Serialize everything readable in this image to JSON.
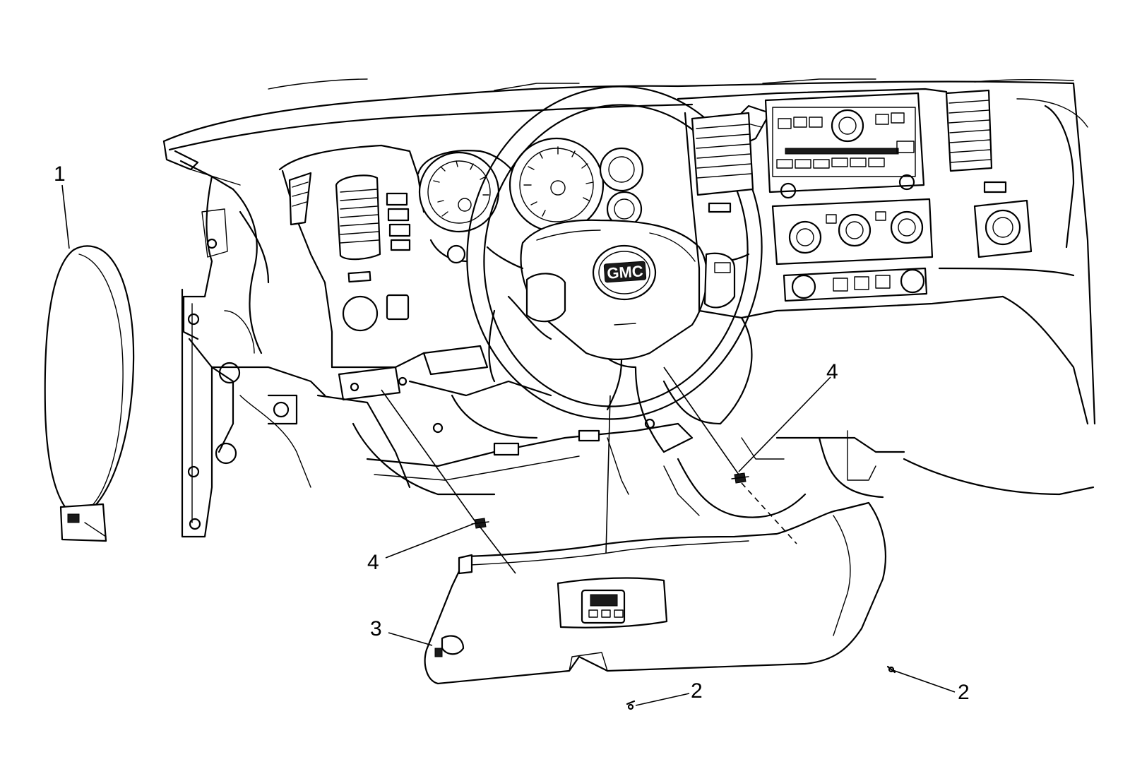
{
  "figure": {
    "emblem_text": "GMC"
  },
  "callouts": [
    {
      "id": "1",
      "label": "1"
    },
    {
      "id": "2a",
      "label": "2"
    },
    {
      "id": "2b",
      "label": "2"
    },
    {
      "id": "3",
      "label": "3"
    },
    {
      "id": "4a",
      "label": "4"
    },
    {
      "id": "4b",
      "label": "4"
    }
  ]
}
